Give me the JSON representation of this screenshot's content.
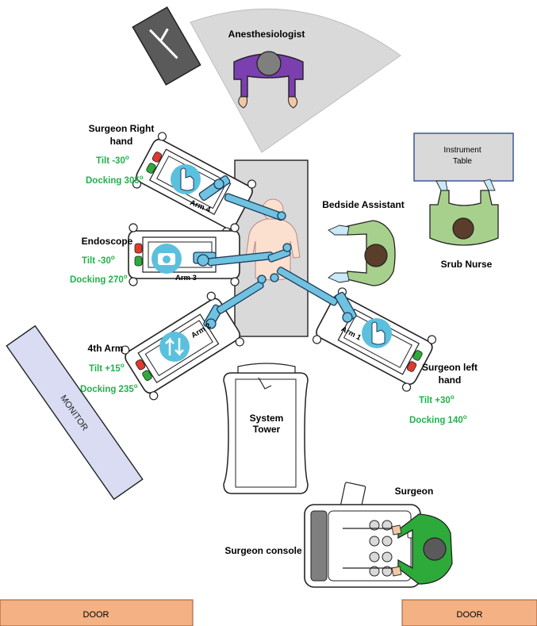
{
  "roles": {
    "anesthesiologist": "Anesthesiologist",
    "bedside_assistant": "Bedside Assistant",
    "scrub_nurse": "Srub Nurse",
    "surgeon": "Surgeon",
    "instrument_table_line1": "Instrument",
    "instrument_table_line2": "Table",
    "surgeon_console": "Surgeon console",
    "system_tower_line1": "System",
    "system_tower_line2": "Tower",
    "monitor": "MONITOR"
  },
  "doors": {
    "left": "DOOR",
    "right": "DOOR"
  },
  "arms": [
    {
      "id": "arm4",
      "label": "Arm 4",
      "role_line1": "Surgeon Right",
      "role_line2": "hand",
      "tilt": "Tilt -30",
      "docking": "Docking 305",
      "unit": "o",
      "icon": "hand-pointer-icon"
    },
    {
      "id": "arm3",
      "label": "Arm 3",
      "role_line1": "Endoscope",
      "role_line2": "",
      "tilt": "Tilt -30",
      "docking": "Docking 270",
      "unit": "o",
      "icon": "camera-icon"
    },
    {
      "id": "arm2",
      "label": "Arm 2",
      "role_line1": "4th Arm",
      "role_line2": "",
      "tilt": "Tilt +15",
      "docking": "Docking 235",
      "unit": "o",
      "icon": "swap-arrows-icon"
    },
    {
      "id": "arm1",
      "label": "Arm 1",
      "role_line1": "Surgeon left",
      "role_line2": "hand",
      "tilt": "Tilt +30",
      "docking": "Docking 140",
      "unit": "o",
      "icon": "hand-pointer-icon"
    }
  ],
  "colors": {
    "door": "#f4b183",
    "monitor": "#d9dcf2",
    "anesthesia_area": "#d9d9d9",
    "table": "#d9d9d9",
    "arm": "#6fc2e0",
    "icon_circle": "#5bc0de",
    "green_text": "#22b14c",
    "purple": "#7c3fb0",
    "green_gown": "#a8d08d",
    "surgeon_gown": "#2eaa3a"
  }
}
